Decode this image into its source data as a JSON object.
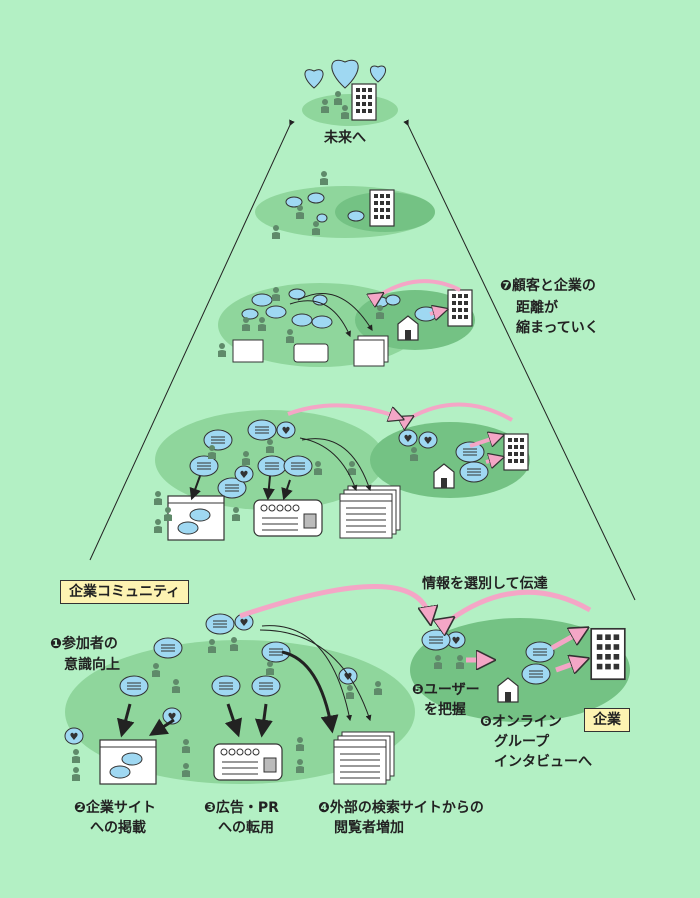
{
  "labels": {
    "future": "未来へ",
    "step7": "❼顧客と企業の",
    "step7b": "距離が",
    "step7c": "縮まっていく",
    "community": "企業コミュニティ",
    "step1": "❶参加者の",
    "step1b": "意識向上",
    "select": "情報を選別して伝達",
    "step5": "❺ユーザー",
    "step5b": "を把握",
    "company": "企業",
    "step6": "❻オンライン",
    "step6b": "グループ",
    "step6c": "インタビューへ",
    "step2": "❷企業サイト",
    "step2b": "への掲載",
    "step3": "❸広告・PR",
    "step3b": "への転用",
    "step4": "❹外部の検索サイトからの",
    "step4b": "閲覧者増加"
  },
  "colors": {
    "background": "#b3f0c4",
    "ellipse": "#8fd69c",
    "ellipse_dark": "#74c284",
    "bubble": "#9fd8f2",
    "arrow_pink": "#f4a6c6",
    "person": "#5f8a6a",
    "label_box": "#fdf3b2"
  },
  "icons": [
    "heart-icon",
    "person-icon",
    "speech-bubble-icon",
    "building-icon",
    "browser-window-icon",
    "ad-card-icon",
    "document-stack-icon",
    "shop-icon"
  ]
}
